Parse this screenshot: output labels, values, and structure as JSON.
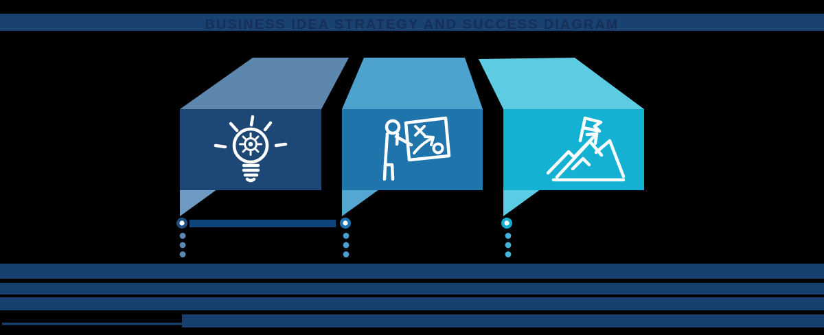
{
  "background_color": "#000000",
  "title": {
    "text": "BUSINESS IDEA STRATEGY AND SUCCESS DIAGRAM",
    "band_color": "#1A4270",
    "text_color": "#152F58"
  },
  "icons": {
    "stroke": "#FFFFFF"
  },
  "steps": [
    {
      "name": "idea",
      "icon": "lightbulb-gear-icon",
      "colors": {
        "front": "#1D4875",
        "top": "#5E87AD",
        "tail": "#6F9AC1"
      },
      "marker": {
        "ring": "#1A4E80",
        "center": "#FFFFFF"
      },
      "title_bar_color": "#10457B",
      "bullet_color": "#5C88B4",
      "bullet_count": 3
    },
    {
      "name": "strategy",
      "icon": "strategy-board-icon",
      "colors": {
        "front": "#1F74AB",
        "top": "#4DA2CE",
        "tail": "#54A7D2"
      },
      "marker": {
        "ring": "#1D71AE",
        "center": "#FFFFFF"
      },
      "bullet_color": "#4A9FD2",
      "bullet_count": 3
    },
    {
      "name": "success",
      "icon": "mountain-flag-icon",
      "colors": {
        "front": "#15B1D3",
        "top": "#5DCBE2",
        "tail": "#5ACCE3"
      },
      "marker": {
        "ring": "#12AFD2",
        "center": "#FFFFFF"
      },
      "bullet_color": "#43B5DA",
      "bullet_count": 3
    }
  ],
  "footer": {
    "band_color": "#16406D",
    "bands": [
      "full-width-bar",
      "full-width-bar",
      "full-width-bar",
      "indented-bar",
      "left-rule"
    ]
  }
}
